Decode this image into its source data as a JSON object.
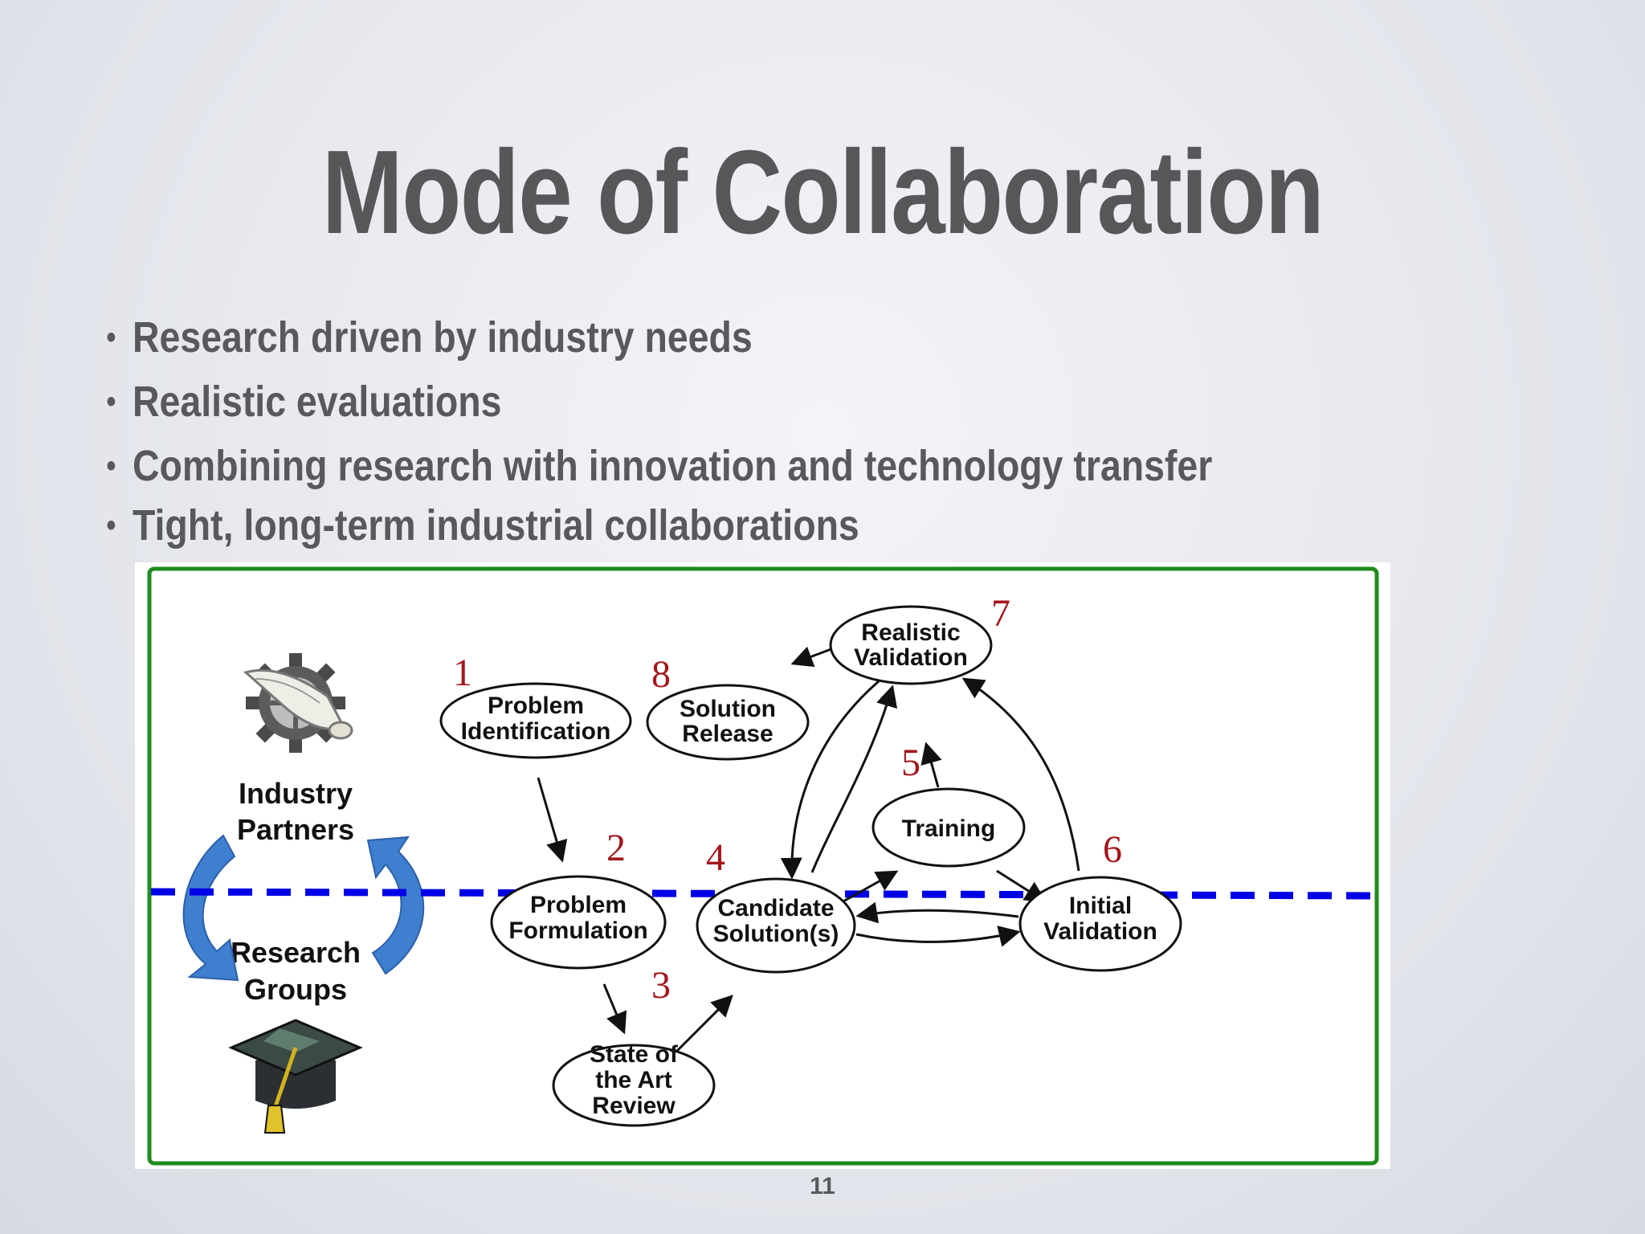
{
  "slide": {
    "title": "Mode of Collaboration",
    "page_number": "11",
    "bullets": [
      "Research driven by industry needs",
      "Realistic evaluations",
      "Combining research with innovation and technology transfer",
      "Tight, long-term industrial collaborations"
    ]
  },
  "diagram": {
    "colors": {
      "border": "#1e8c1e",
      "divider": "#0000e6",
      "cycle_arrows": "#3f7fd0",
      "step_numbers": "#a3161c"
    },
    "side_labels": {
      "industry": [
        "Industry",
        "Partners"
      ],
      "research": [
        "Research",
        "Groups"
      ]
    },
    "icons": {
      "industry": "gear-scroll-icon",
      "research": "graduation-cap-icon"
    },
    "nodes": {
      "problem_identification": {
        "step": "1",
        "lines": [
          "Problem",
          "Identification"
        ]
      },
      "problem_formulation": {
        "step": "2",
        "lines": [
          "Problem",
          "Formulation"
        ]
      },
      "state_of_art": {
        "step": "3",
        "lines": [
          "State of",
          "the Art",
          "Review"
        ]
      },
      "candidate_solutions": {
        "step": "4",
        "lines": [
          "Candidate",
          "Solution(s)"
        ]
      },
      "training": {
        "step": "5",
        "lines": [
          "Training"
        ]
      },
      "initial_validation": {
        "step": "6",
        "lines": [
          "Initial",
          "Validation"
        ]
      },
      "realistic_validation": {
        "step": "7",
        "lines": [
          "Realistic",
          "Validation"
        ]
      },
      "solution_release": {
        "step": "8",
        "lines": [
          "Solution",
          "Release"
        ]
      }
    }
  }
}
